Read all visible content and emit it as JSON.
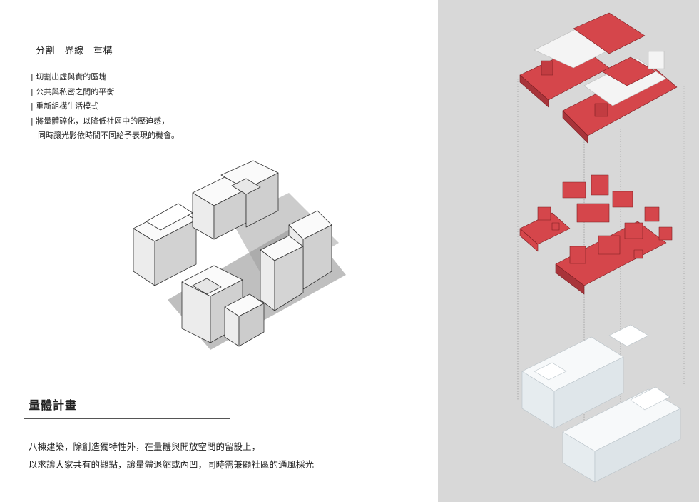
{
  "header": {
    "subtitle": "分割—界線—重構"
  },
  "bullets": [
    "| 切割出虛與實的區塊",
    "| 公共與私密之間的平衡",
    "| 重新組構生活模式",
    "| 將量體碎化，以降低社區中的壓迫感，",
    "同時讓光影依時間不同給予表現的機會。"
  ],
  "section": {
    "title": "量體計畫"
  },
  "paragraph": [
    "八棟建築，除創造獨特性外，在量體與開放空間的留設上，",
    "以求讓大家共有的觀點，讓量體退縮或內凹，同時需兼顧社區的通風採光"
  ],
  "colors": {
    "accent_red": "#d5464b",
    "panel_gray": "#d8d8d8",
    "mass_white": "#f5f5f5"
  }
}
